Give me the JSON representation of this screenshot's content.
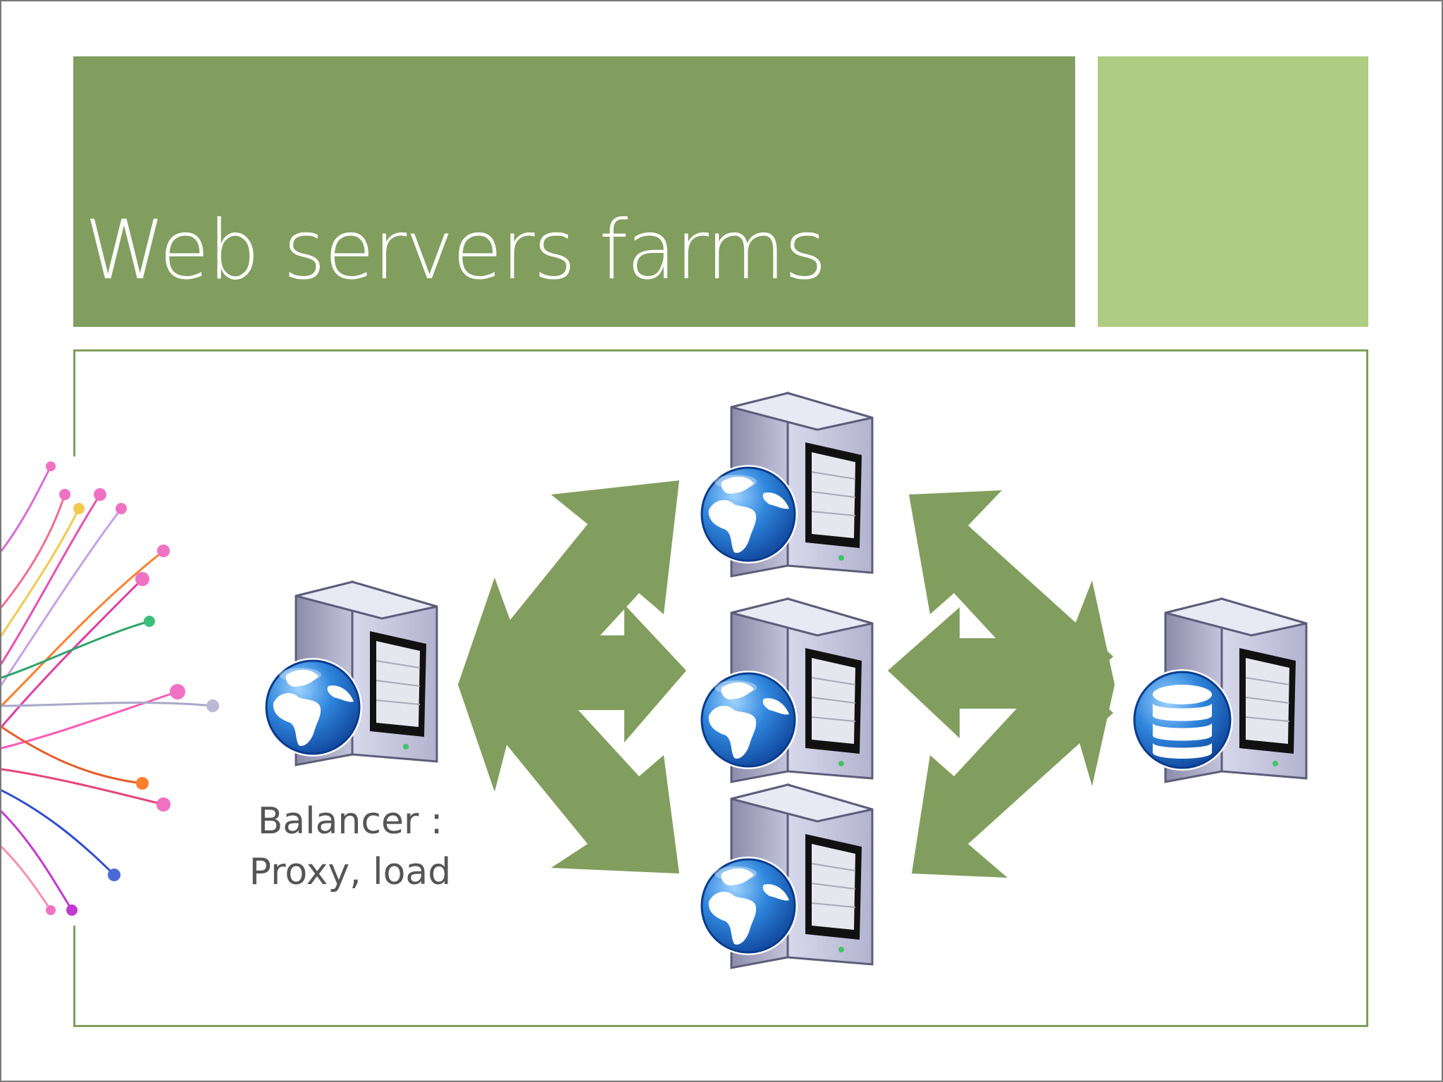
{
  "slide": {
    "title": "Web servers farms",
    "balancer_caption": {
      "line1": "Balancer :",
      "line2": "Proxy, load"
    }
  },
  "nodes": [
    {
      "id": "balancer",
      "role": "proxy / load balancer",
      "icon": "web-server-globe-icon"
    },
    {
      "id": "web-server-top",
      "role": "web server",
      "icon": "web-server-globe-icon"
    },
    {
      "id": "web-server-middle",
      "role": "web server",
      "icon": "web-server-globe-icon"
    },
    {
      "id": "web-server-bottom",
      "role": "web server",
      "icon": "web-server-globe-icon"
    },
    {
      "id": "database-server",
      "role": "database server",
      "icon": "database-server-icon"
    }
  ],
  "edges": [
    {
      "from": "balancer",
      "to": "web-server-top"
    },
    {
      "from": "balancer",
      "to": "web-server-middle"
    },
    {
      "from": "balancer",
      "to": "web-server-bottom"
    },
    {
      "from": "database-server",
      "to": "web-server-top"
    },
    {
      "from": "database-server",
      "to": "web-server-middle"
    },
    {
      "from": "database-server",
      "to": "web-server-bottom"
    }
  ],
  "colors": {
    "title_bar": "#819e5e",
    "title_accent": "#afcd82",
    "arrows": "#819e5e",
    "title_text": "#ffffff",
    "caption_text": "#555555",
    "globe": "#2f79c9",
    "server_case": "#c9c9de"
  }
}
